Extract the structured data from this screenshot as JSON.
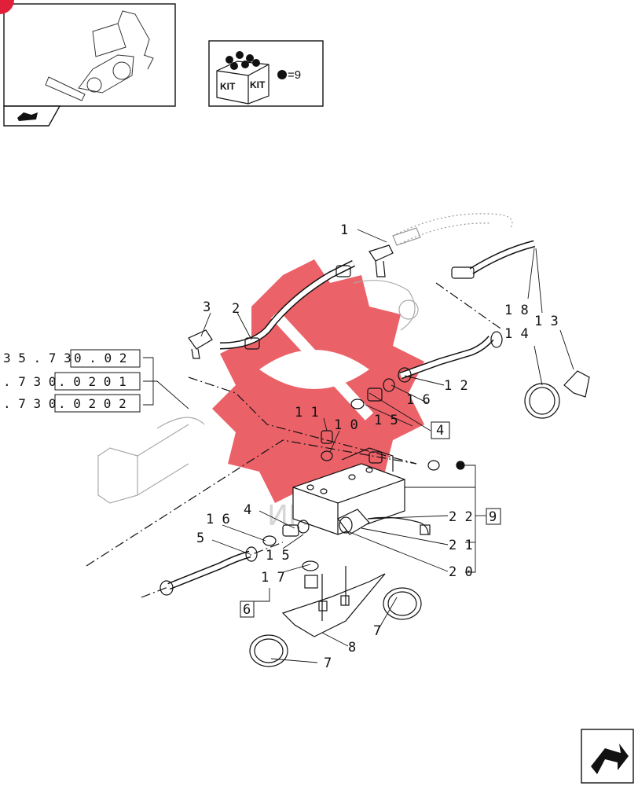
{
  "kit_box": {
    "kit_text_a": "KIT",
    "kit_text_b": "KIT",
    "quantity": "=9"
  },
  "callouts": [
    {
      "text": "1"
    },
    {
      "text": "2"
    },
    {
      "text": "3"
    },
    {
      "text": "4"
    },
    {
      "text": "5"
    },
    {
      "text": "6"
    },
    {
      "text": "7"
    },
    {
      "text": "7"
    },
    {
      "text": "8"
    },
    {
      "text": "9"
    },
    {
      "text": "1 0"
    },
    {
      "text": "1 1"
    },
    {
      "text": "1 2"
    },
    {
      "text": "1 3"
    },
    {
      "text": "1 4"
    },
    {
      "text": "1 5"
    },
    {
      "text": "1 5"
    },
    {
      "text": "1 6"
    },
    {
      "text": "1 6"
    },
    {
      "text": "1 7"
    },
    {
      "text": "1 8"
    },
    {
      "text": "2 0"
    },
    {
      "text": "2 1"
    },
    {
      "text": "2 2"
    },
    {
      "text": "4"
    }
  ],
  "references": [
    {
      "prefix": "3 5 . 7 3",
      "boxed": "0 . 0 2"
    },
    {
      "prefix": ". 7 3 0",
      "boxed": ". 0 2 0 1"
    },
    {
      "prefix": ". 7 3 0",
      "boxed": ". 0 2 0 2"
    }
  ],
  "watermark_text": "ИНТЕХ",
  "colors": {
    "line": "#111111",
    "watermark": "#e8464e",
    "watermark_text": "#cccccc"
  }
}
